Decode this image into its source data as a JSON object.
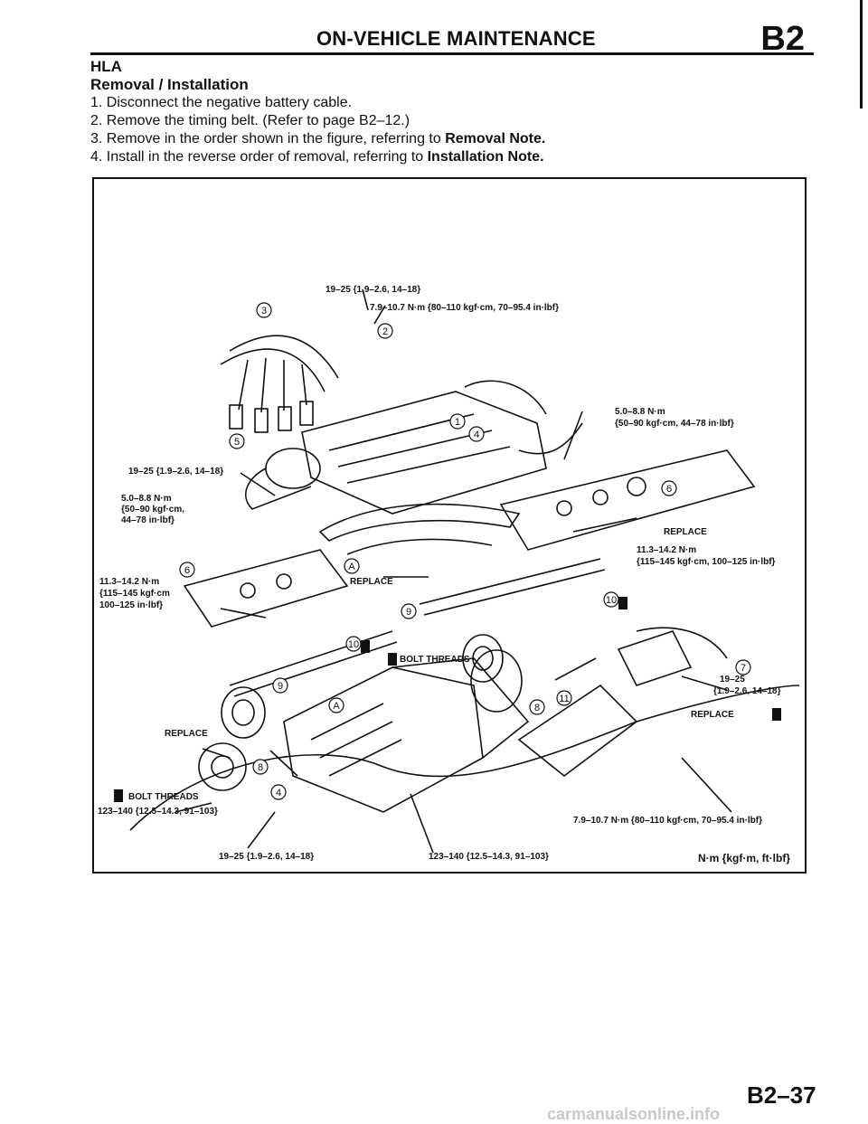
{
  "header": {
    "title": "ON-VEHICLE MAINTENANCE",
    "code": "B2"
  },
  "section": {
    "title": "HLA",
    "subtitle": "Removal / Installation",
    "steps": [
      "1. Disconnect the negative battery cable.",
      "2. Remove the timing belt. (Refer to page B2–12.)",
      "3. Remove in the order shown in the figure, referring to ",
      "4. Install in the reverse order of removal, referring to "
    ],
    "removal_note": "Removal Note.",
    "installation_note": "Installation Note."
  },
  "figure": {
    "labels": {
      "t_top1": "19–25 {1.9–2.6, 14–18}",
      "t_top2": "7.9–10.7 N·m {80–110 kgf·cm, 70–95.4 in·lbf}",
      "t_right1a": "5.0–8.8 N·m",
      "t_right1b": "{50–90 kgf·cm, 44–78 in·lbf}",
      "t_left1": "19–25 {1.9–2.6, 14–18}",
      "t_left2a": "5.0–8.8 N·m",
      "t_left2b": "{50–90 kgf·cm,",
      "t_left2c": "44–78 in·lbf}",
      "t_left3a": "11.3–14.2 N·m",
      "t_left3b": "{115–145 kgf·cm",
      "t_left3c": "100–125 in·lbf}",
      "t_right2": "REPLACE",
      "t_right3a": "11.3–14.2 N·m",
      "t_right3b": "{115–145 kgf·cm, 100–125 in·lbf}",
      "t_mid_replace": "REPLACE",
      "t_bolt1": "BOLT THREADS",
      "t_right4a": "19–25",
      "t_right4b": "{1.9–2.6, 14–18}",
      "t_left_replace": "REPLACE",
      "t_right_replace": "REPLACE",
      "t_bolt2": "BOLT THREADS",
      "t_left4": "123–140 {12.5–14.3, 91–103}",
      "t_bottom1": "7.9–10.7 N·m {80–110 kgf·cm, 70–95.4 in·lbf}",
      "t_bottom2": "19–25 {1.9–2.6, 14–18}",
      "t_bottom3": "123–140 {12.5–14.3, 91–103}"
    },
    "callouts": [
      "1",
      "2",
      "3",
      "4",
      "5",
      "6",
      "7",
      "8",
      "9",
      "10",
      "11",
      "A"
    ],
    "unit_note": "N·m {kgf·m, ft·lbf}"
  },
  "footer": {
    "page_number": "B2–37",
    "watermark": "carmanualsonline.info"
  }
}
